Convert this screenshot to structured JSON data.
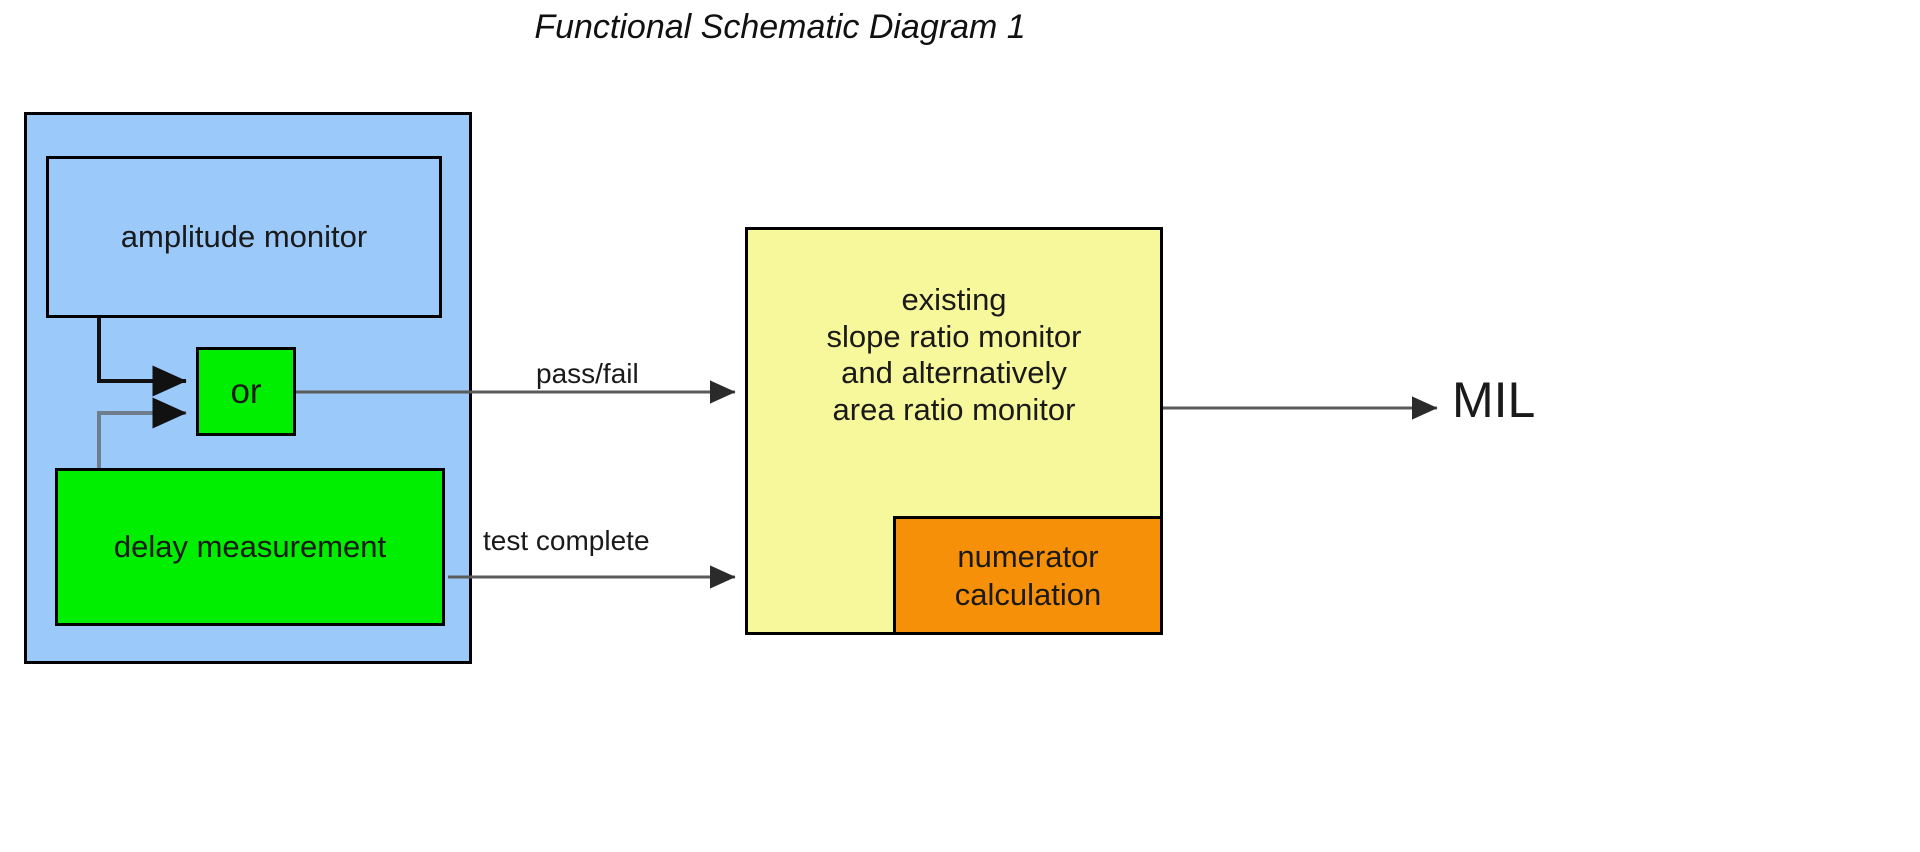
{
  "diagram": {
    "title": "Functional Schematic Diagram 1",
    "nodes": {
      "blue_container": {
        "label": "",
        "color": "#9AC9FA"
      },
      "amplitude_monitor": {
        "label": "amplitude monitor",
        "color": "#9AC9FA"
      },
      "or_gate": {
        "label": "or",
        "color": "#00EE00"
      },
      "delay_measurement": {
        "label": "delay measurement",
        "color": "#00EE00"
      },
      "existing_monitor": {
        "label": "existing\nslope ratio monitor\nand alternatively\narea ratio monitor",
        "color": "#F7F79B"
      },
      "numerator_calculation": {
        "label": "numerator\ncalculation",
        "color": "#F79009"
      },
      "mil_output": {
        "label": "MIL"
      }
    },
    "edges": [
      {
        "from": "amplitude_monitor",
        "to": "or_gate",
        "label": ""
      },
      {
        "from": "delay_measurement",
        "to": "or_gate",
        "label": ""
      },
      {
        "from": "or_gate",
        "to": "existing_monitor",
        "label": "pass/fail"
      },
      {
        "from": "delay_measurement",
        "to": "existing_monitor",
        "label": "test complete"
      },
      {
        "from": "existing_monitor",
        "to": "mil_output",
        "label": ""
      }
    ],
    "edge_labels": {
      "pass_fail": "pass/fail",
      "test_complete": "test complete"
    },
    "colors": {
      "background": "#ffffff",
      "stroke": "#000000",
      "connector_dark": "#1a1a1a",
      "connector_gray": "#6e7c8c",
      "connector_mid": "#5b5b5b"
    }
  }
}
